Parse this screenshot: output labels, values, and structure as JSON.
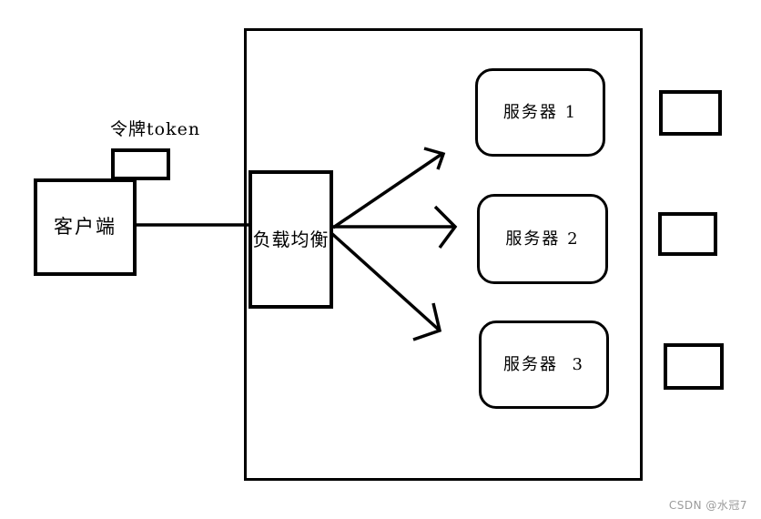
{
  "diagram": {
    "client": {
      "label": "客户端"
    },
    "token": {
      "label": "令牌token"
    },
    "load_balancer": {
      "label": "负载均衡"
    },
    "servers": [
      {
        "label": "服务器 1"
      },
      {
        "label": "服务器 2"
      },
      {
        "label": "服务器  3"
      }
    ],
    "unlabeled_side_boxes": 3,
    "edges": [
      {
        "from": "客户端",
        "to": "负载均衡",
        "type": "line"
      },
      {
        "from": "负载均衡",
        "to": "服务器 1",
        "type": "arrow"
      },
      {
        "from": "负载均衡",
        "to": "服务器 2",
        "type": "arrow"
      },
      {
        "from": "负载均衡",
        "to": "服务器  3",
        "type": "arrow"
      }
    ]
  },
  "colors": {
    "stroke": "#000000",
    "background": "#ffffff",
    "watermark": "#9b9b9b"
  },
  "watermark": {
    "text": "CSDN @水冠7"
  }
}
